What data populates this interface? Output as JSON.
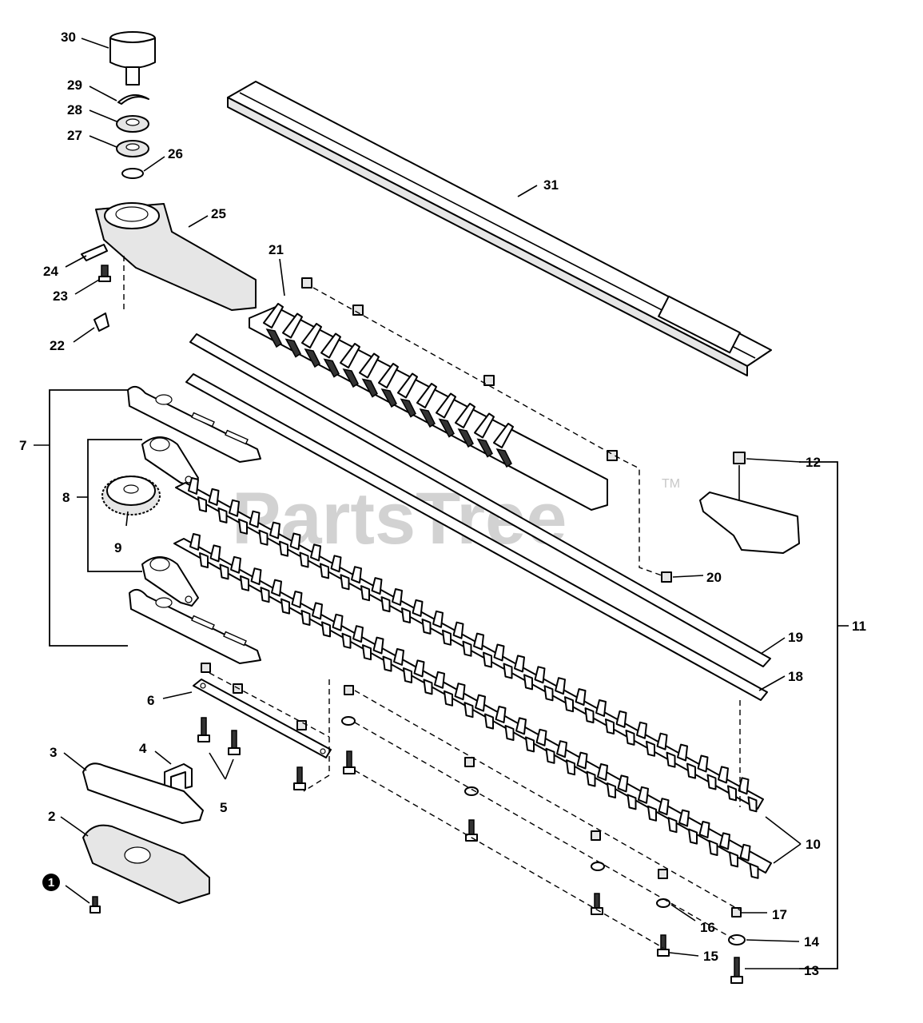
{
  "watermark": {
    "text": "PartsTree",
    "trademark": "TM"
  },
  "callouts": {
    "c1": "1",
    "c2": "2",
    "c3": "3",
    "c4": "4",
    "c5": "5",
    "c6": "6",
    "c7": "7",
    "c8": "8",
    "c9": "9",
    "c10": "10",
    "c11": "11",
    "c12": "12",
    "c13": "13",
    "c14": "14",
    "c15": "15",
    "c16": "16",
    "c17": "17",
    "c18": "18",
    "c19": "19",
    "c20": "20",
    "c21": "21",
    "c22": "22",
    "c23": "23",
    "c24": "24",
    "c25": "25",
    "c26": "26",
    "c27": "27",
    "c28": "28",
    "c29": "29",
    "c30": "30",
    "c31": "31"
  }
}
